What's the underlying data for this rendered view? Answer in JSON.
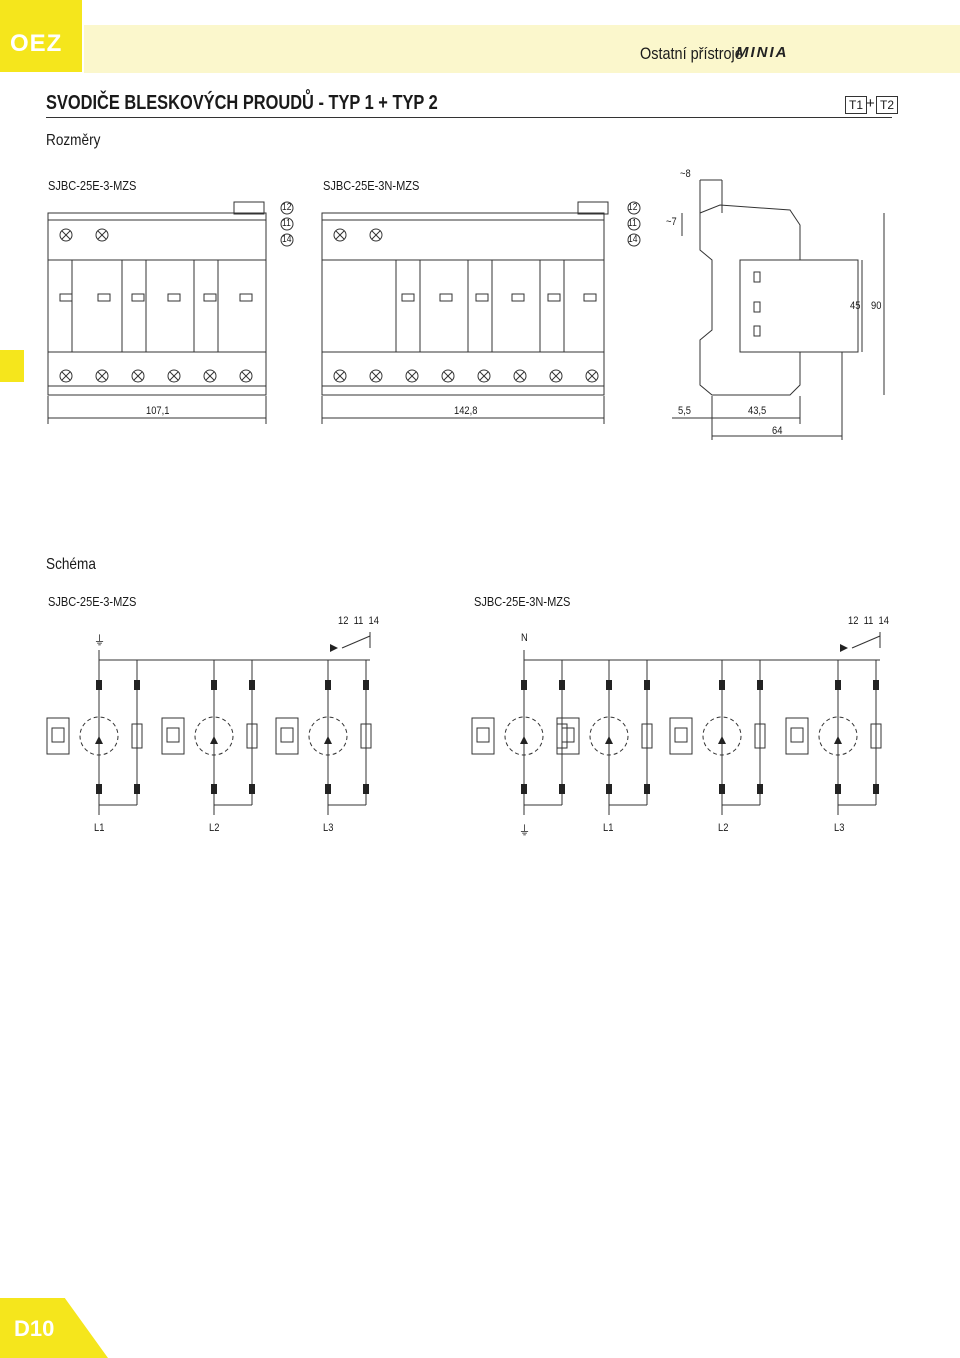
{
  "header": {
    "logo": "OEZ",
    "subtitle": "Ostatní přístroje",
    "brand": "MINIA"
  },
  "title": "SVODIČE BLESKOVÝCH PROUDŮ - TYP 1 + TYP 2",
  "badges": {
    "t1": "T1",
    "plus": "+",
    "t2": "T2"
  },
  "dimensions": {
    "heading": "Rozměry",
    "model_a": "SJBC-25E-3-MZS",
    "model_b": "SJBC-25E-3N-MZS",
    "contacts": [
      "12",
      "11",
      "14"
    ],
    "dim_a_width": "107,1",
    "dim_b_width": "142,8",
    "dim_approx_8": "~8",
    "dim_approx_7": "~7",
    "dim_45": "45",
    "dim_90": "90",
    "dim_5_5": "5,5",
    "dim_43_5": "43,5",
    "dim_64": "64"
  },
  "schema": {
    "heading": "Schéma",
    "model_a": "SJBC-25E-3-MZS",
    "model_b": "SJBC-25E-3N-MZS",
    "contacts_label": "12  11  14",
    "n_label": "N",
    "phases": [
      "L1",
      "L2",
      "L3"
    ],
    "ground_symbol": "⏚"
  },
  "footer": {
    "page": "D10"
  }
}
